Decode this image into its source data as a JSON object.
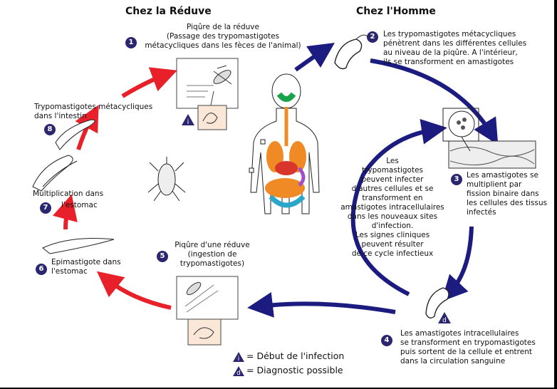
{
  "headings": {
    "vector": "Chez la Réduve",
    "human": "Chez l'Homme"
  },
  "steps": [
    {
      "n": "1",
      "lines": [
        "Piqûre de la réduve",
        "(Passage des trypomastigotes",
        "métacycliques  dans les fèces de l'animal)"
      ]
    },
    {
      "n": "2",
      "lines": [
        "Les trypomastigotes métacycliques",
        "pénètrent dans les différentes cellules",
        "au niveau de la piqûre. A l'intérieur,",
        "ils se transforment en amastigotes"
      ]
    },
    {
      "n": "3",
      "lines": [
        "Les amastigotes se",
        "multiplient par",
        "fission binaire dans",
        "les cellules des tissus",
        "infectés"
      ]
    },
    {
      "n": "4",
      "lines": [
        "Les amastigotes intracellulaires",
        "se transforment en trypomastigotes",
        "puis sortent de la cellule et entrent",
        "dans la circulation sanguine"
      ]
    },
    {
      "n": "5",
      "lines": [
        "Piqûre d'une réduve",
        "(ingestion de",
        "trypomastigotes)"
      ]
    },
    {
      "n": "6",
      "lines": [
        "Epimastigote dans",
        "l'estomac"
      ]
    },
    {
      "n": "7",
      "lines": [
        "Multiplication dans",
        "l'estomac"
      ]
    },
    {
      "n": "8",
      "lines": [
        "Trypomastigotes métacycliques",
        "dans l'intestin"
      ]
    }
  ],
  "inner_cycle": [
    "Les",
    "trypomastigotes",
    "peuvent infecter",
    "d'autres cellules et se",
    "transforment en",
    "amastigotes intracellulaires",
    "dans les nouveaux sites",
    "d'infection.",
    "Les signes cliniques",
    "peuvent résulter",
    "de ce cycle infectieux"
  ],
  "legend": {
    "infection_mark": "i",
    "infection_text": "= Début de l'infection",
    "diagnostic_mark": "d",
    "diagnostic_text": "= Diagnostic possible"
  },
  "colors": {
    "red_arrow": "#e8202a",
    "blue_arrow": "#1c1b7f",
    "step_badge": "#2b2670",
    "organ_green": "#1aa34a",
    "organ_orange": "#f08a24",
    "organ_blue": "#2aa6c8"
  }
}
